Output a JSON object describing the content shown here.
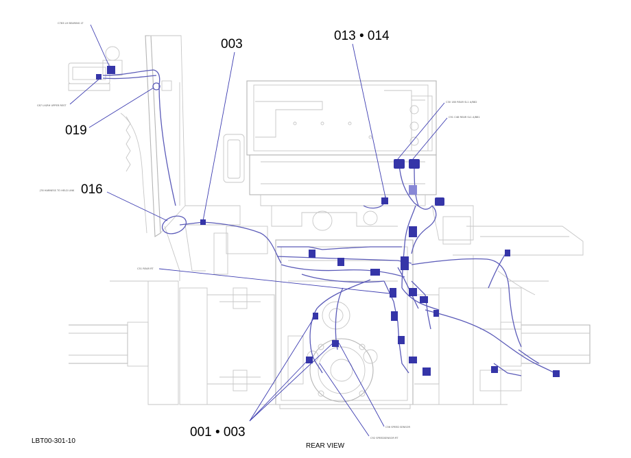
{
  "callouts": {
    "c003_top": "003",
    "c013_014": "013 • 014",
    "c019": "019",
    "c016": "016",
    "c001_003": "001 • 003"
  },
  "small_labels": {
    "bearing_lt": "C783 LH BEARING LT",
    "upper_rest": "C87 LH/RH UPPER REST",
    "harness_link": "J78 HARNESS TO HELD LINK",
    "rear_rt": "C51 REAR RT",
    "rear_sl_1": "C30 180 REAR SL1 A/B82",
    "rear_sl_2": "C91 C48 REAR SL1 A/B81",
    "speed_sensor": "C56 SPEED SENSOR",
    "speedsensor_rt": "C92 SPEEDSENSOR RT"
  },
  "footer": {
    "drawing_number": "LBT00-301-10",
    "view_label": "REAR VIEW"
  },
  "colors": {
    "harness": "#5a5ab8",
    "leader": "#3b3bb0",
    "mechanical": "#c6c6c6"
  }
}
